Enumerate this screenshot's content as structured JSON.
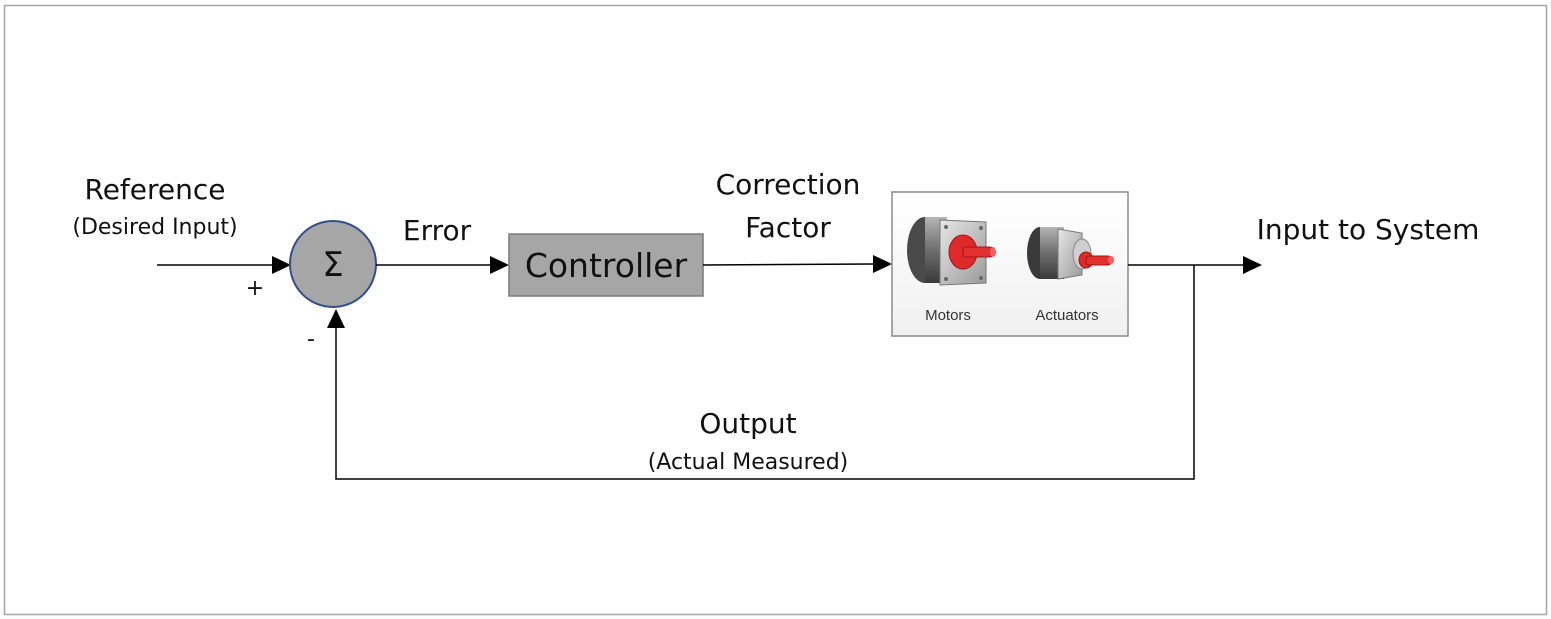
{
  "diagram": {
    "reference_label": "Reference",
    "reference_sub": "(Desired Input)",
    "plus_sign": "+",
    "minus_sign": "-",
    "summing_symbol": "Σ",
    "error_label": "Error",
    "controller_label": "Controller",
    "correction_line1": "Correction",
    "correction_line2": "Factor",
    "motors_label": "Motors",
    "actuators_label": "Actuators",
    "input_to_system_label": "Input to System",
    "output_label": "Output",
    "output_sub": "(Actual Measured)"
  },
  "colors": {
    "block_fill": "#a6a6a6",
    "sum_circle_stroke": "#2f4f8f",
    "line": "#000000",
    "motor_accent": "#e02a2a"
  }
}
